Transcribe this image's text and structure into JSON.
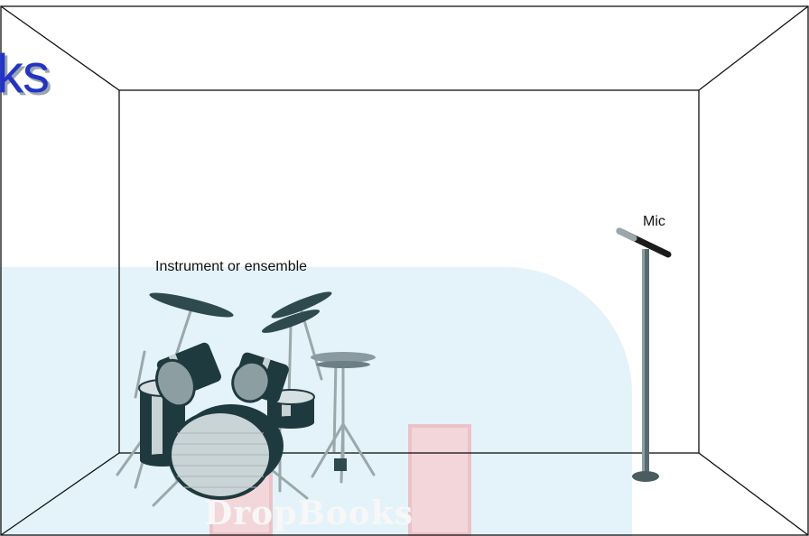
{
  "title_fragment": "ks",
  "labels": {
    "instrument": "Instrument or ensemble",
    "mic": "Mic"
  },
  "watermark": "DropBooks",
  "colors": {
    "title": "#2233c6",
    "drum_dark": "#1f3a3e",
    "hardware": "#9aa7ab",
    "watermark_blue": "#e3f3f9",
    "watermark_pink": "#f3d6da"
  },
  "icons": [
    "drum-kit-icon",
    "microphone-stand-icon"
  ]
}
